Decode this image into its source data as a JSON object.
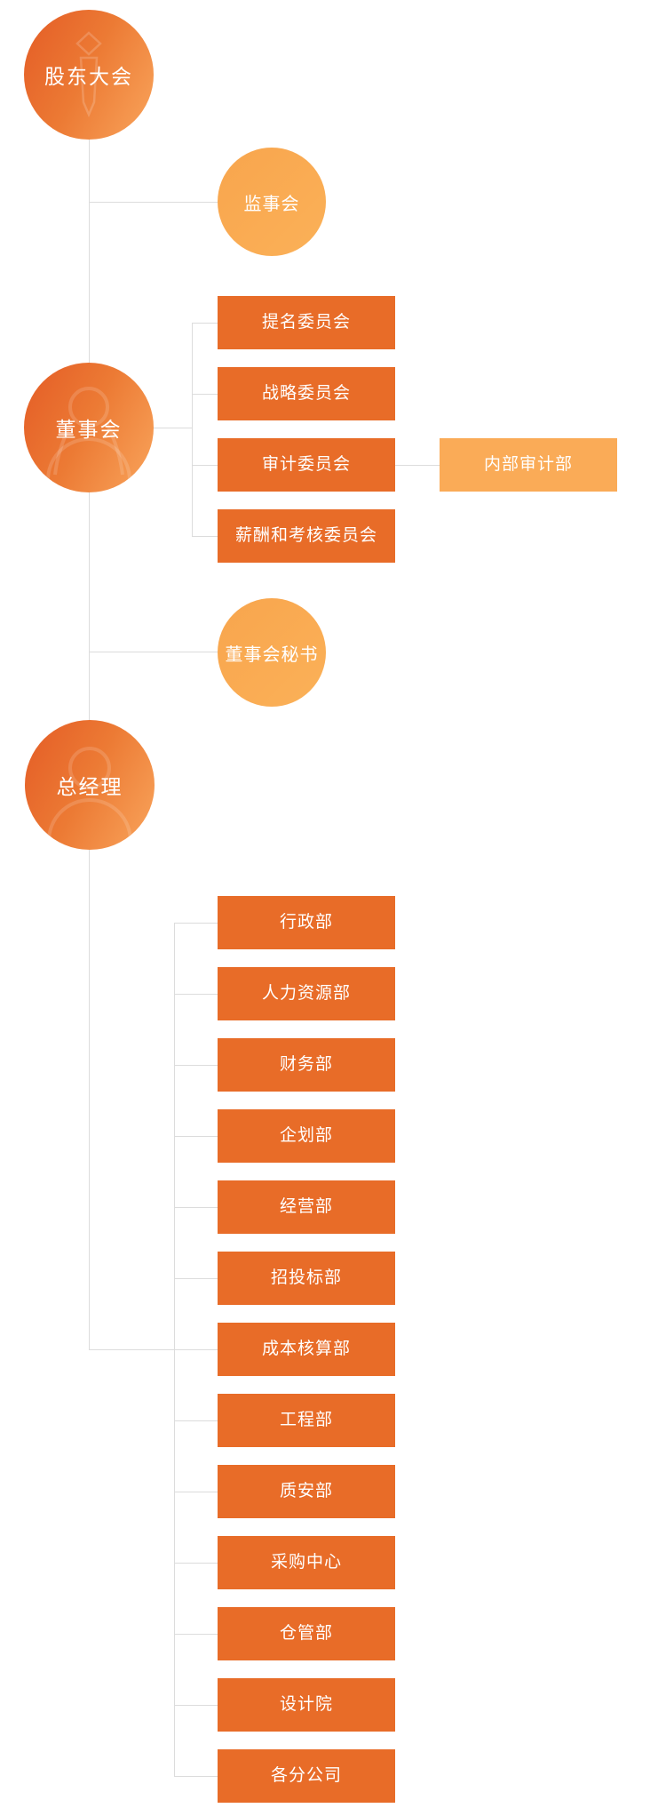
{
  "org_chart": {
    "type": "org-chart",
    "nodes": {
      "shareholders_meeting": "股东大会",
      "supervisory_board": "监事会",
      "board_of_directors": "董事会",
      "board_secretary": "董事会秘书",
      "general_manager": "总经理",
      "internal_audit_dept": "内部审计部"
    },
    "committees": [
      "提名委员会",
      "战略委员会",
      "审计委员会",
      "薪酬和考核委员会"
    ],
    "departments": [
      "行政部",
      "人力资源部",
      "财务部",
      "企划部",
      "经营部",
      "招投标部",
      "成本核算部",
      "工程部",
      "质安部",
      "采购中心",
      "仓管部",
      "设计院",
      "各分公司"
    ],
    "edges": [
      {
        "from": "股东大会",
        "to": "监事会"
      },
      {
        "from": "股东大会",
        "to": "董事会"
      },
      {
        "from": "董事会",
        "to": "提名委员会"
      },
      {
        "from": "董事会",
        "to": "战略委员会"
      },
      {
        "from": "董事会",
        "to": "审计委员会"
      },
      {
        "from": "董事会",
        "to": "薪酬和考核委员会"
      },
      {
        "from": "审计委员会",
        "to": "内部审计部"
      },
      {
        "from": "董事会",
        "to": "董事会秘书"
      },
      {
        "from": "董事会",
        "to": "总经理"
      },
      {
        "from": "总经理",
        "to": "行政部,人力资源部,财务部,企划部,经营部,招投标部,成本核算部,工程部,质安部,采购中心,仓管部,设计院,各分公司"
      }
    ],
    "icons": {
      "shareholders_meeting": "tie-icon",
      "board_of_directors": "person-icon",
      "general_manager": "person-icon"
    },
    "colors": {
      "node_primary": "#e86c28",
      "node_gradient_start": "#e45c26",
      "node_gradient_end": "#f9a55c",
      "node_secondary": "#fbaf55",
      "connector": "#dcdcdc",
      "label_text": "#ffffff",
      "background": "#ffffff"
    }
  }
}
